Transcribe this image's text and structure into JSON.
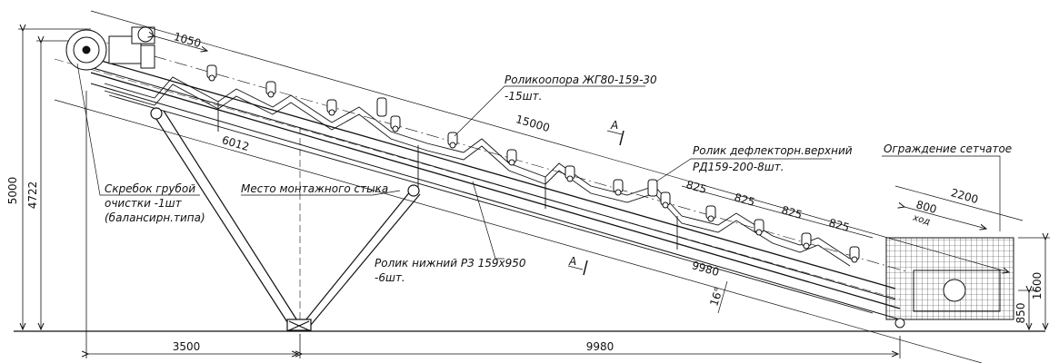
{
  "dimensions": {
    "top_1050": "1050",
    "overall_15000": "15000",
    "span_6012": "6012",
    "span_9980_incline": "9980",
    "pitch_825_a": "825",
    "pitch_825_b": "825",
    "pitch_825_c": "825",
    "pitch_825_d": "825",
    "guard_2200": "2200",
    "stroke_800": "800",
    "stroke_word": "ход",
    "height_5000": "5000",
    "height_4722": "4722",
    "height_1600": "1600",
    "height_850": "850",
    "base_3500": "3500",
    "base_9980": "9980",
    "angle": "16°"
  },
  "labels": {
    "idler_support_line1": "Роликоопора ЖГ80-159-30",
    "idler_support_line2": "-15шт.",
    "deflector_line1": "Ролик дефлекторн.верхний",
    "deflector_line2": "РД159-200-8шт.",
    "guard": "Ограждение сетчатое",
    "scraper_line1": "Скребок грубой",
    "scraper_line2": "очистки -1шт",
    "scraper_line3": "(балансирн.типа)",
    "joint": "Место монтажного стыка",
    "lower_roller_line1": "Ролик нижний РЗ 159х950",
    "lower_roller_line2": "-6шт.",
    "section_a_top": "А",
    "section_a_bottom": "А"
  }
}
